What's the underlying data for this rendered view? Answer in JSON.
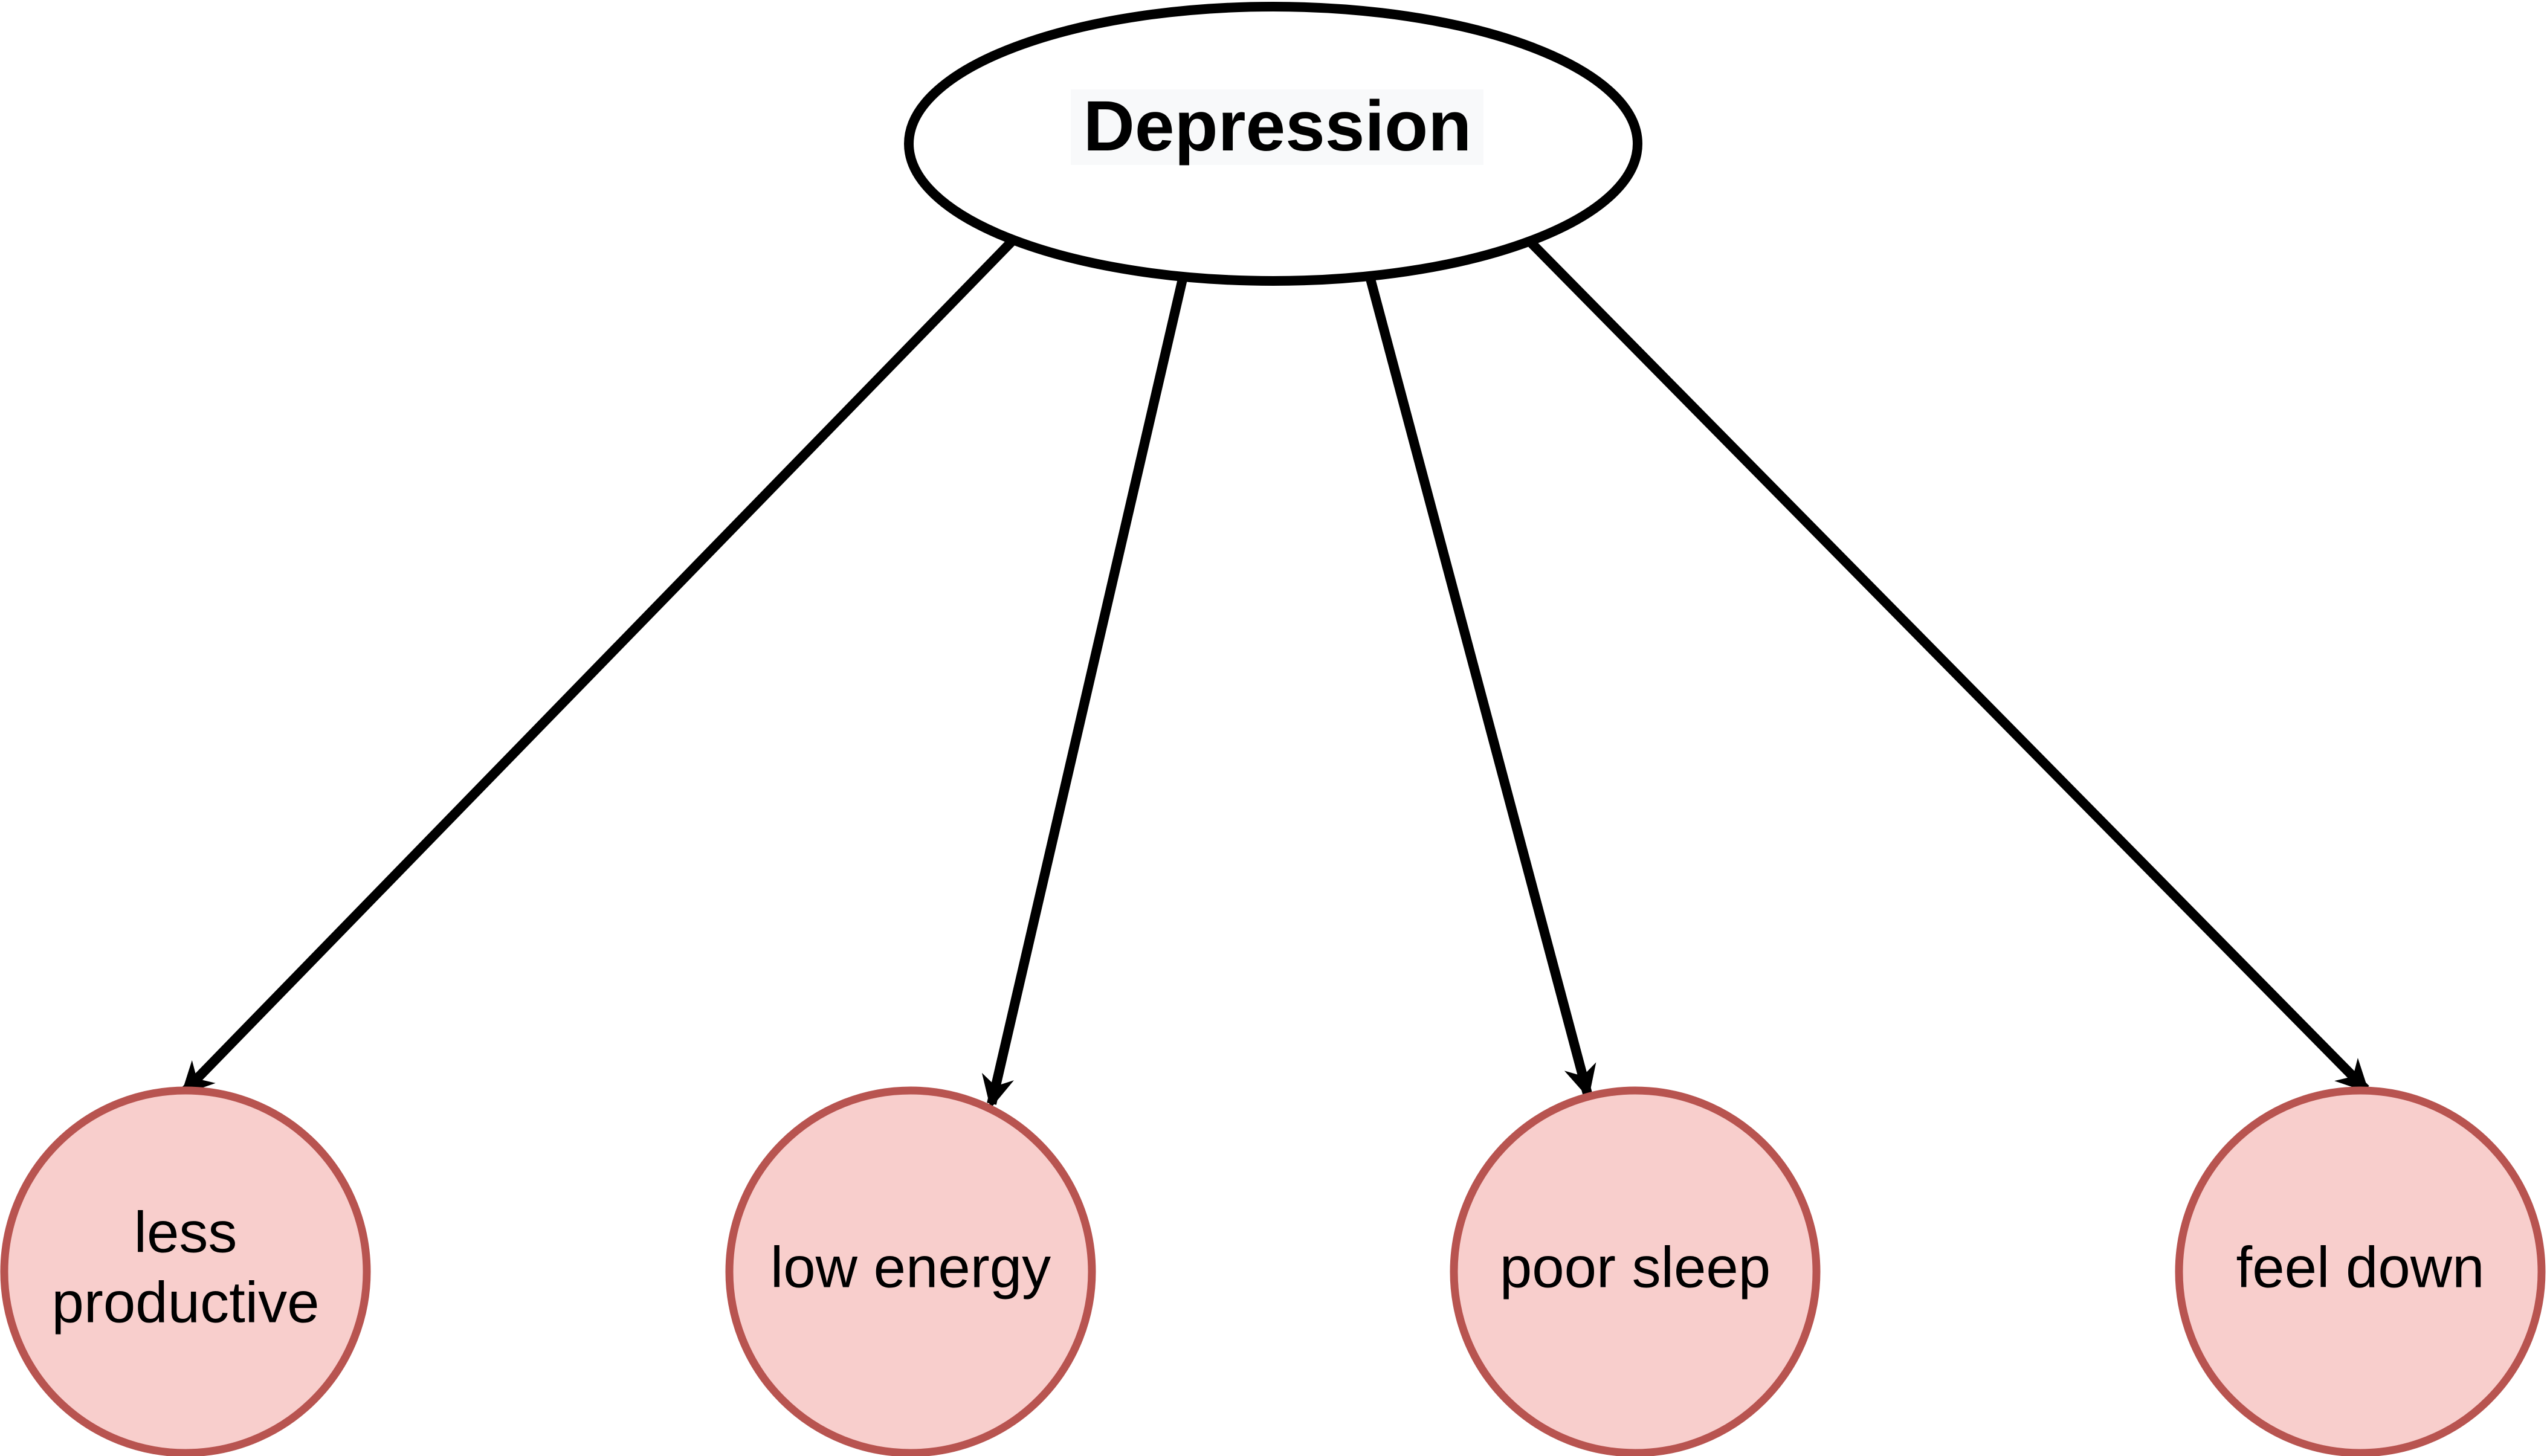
{
  "diagram": {
    "root": {
      "label": "Depression"
    },
    "children": [
      {
        "label_lines": [
          "less",
          "productive"
        ]
      },
      {
        "label_lines": [
          "low energy"
        ]
      },
      {
        "label_lines": [
          "poor sleep"
        ]
      },
      {
        "label_lines": [
          "feel down"
        ]
      }
    ],
    "edges": [
      {
        "from": "root",
        "to": 0
      },
      {
        "from": "root",
        "to": 1
      },
      {
        "from": "root",
        "to": 2
      },
      {
        "from": "root",
        "to": 3
      }
    ]
  },
  "colors": {
    "root_fill": "#ffffff",
    "root_stroke": "#000000",
    "child_fill": "#f8cecc",
    "child_stroke": "#b85450",
    "edge": "#000000",
    "root_label_highlight": "#f8f9fa"
  }
}
